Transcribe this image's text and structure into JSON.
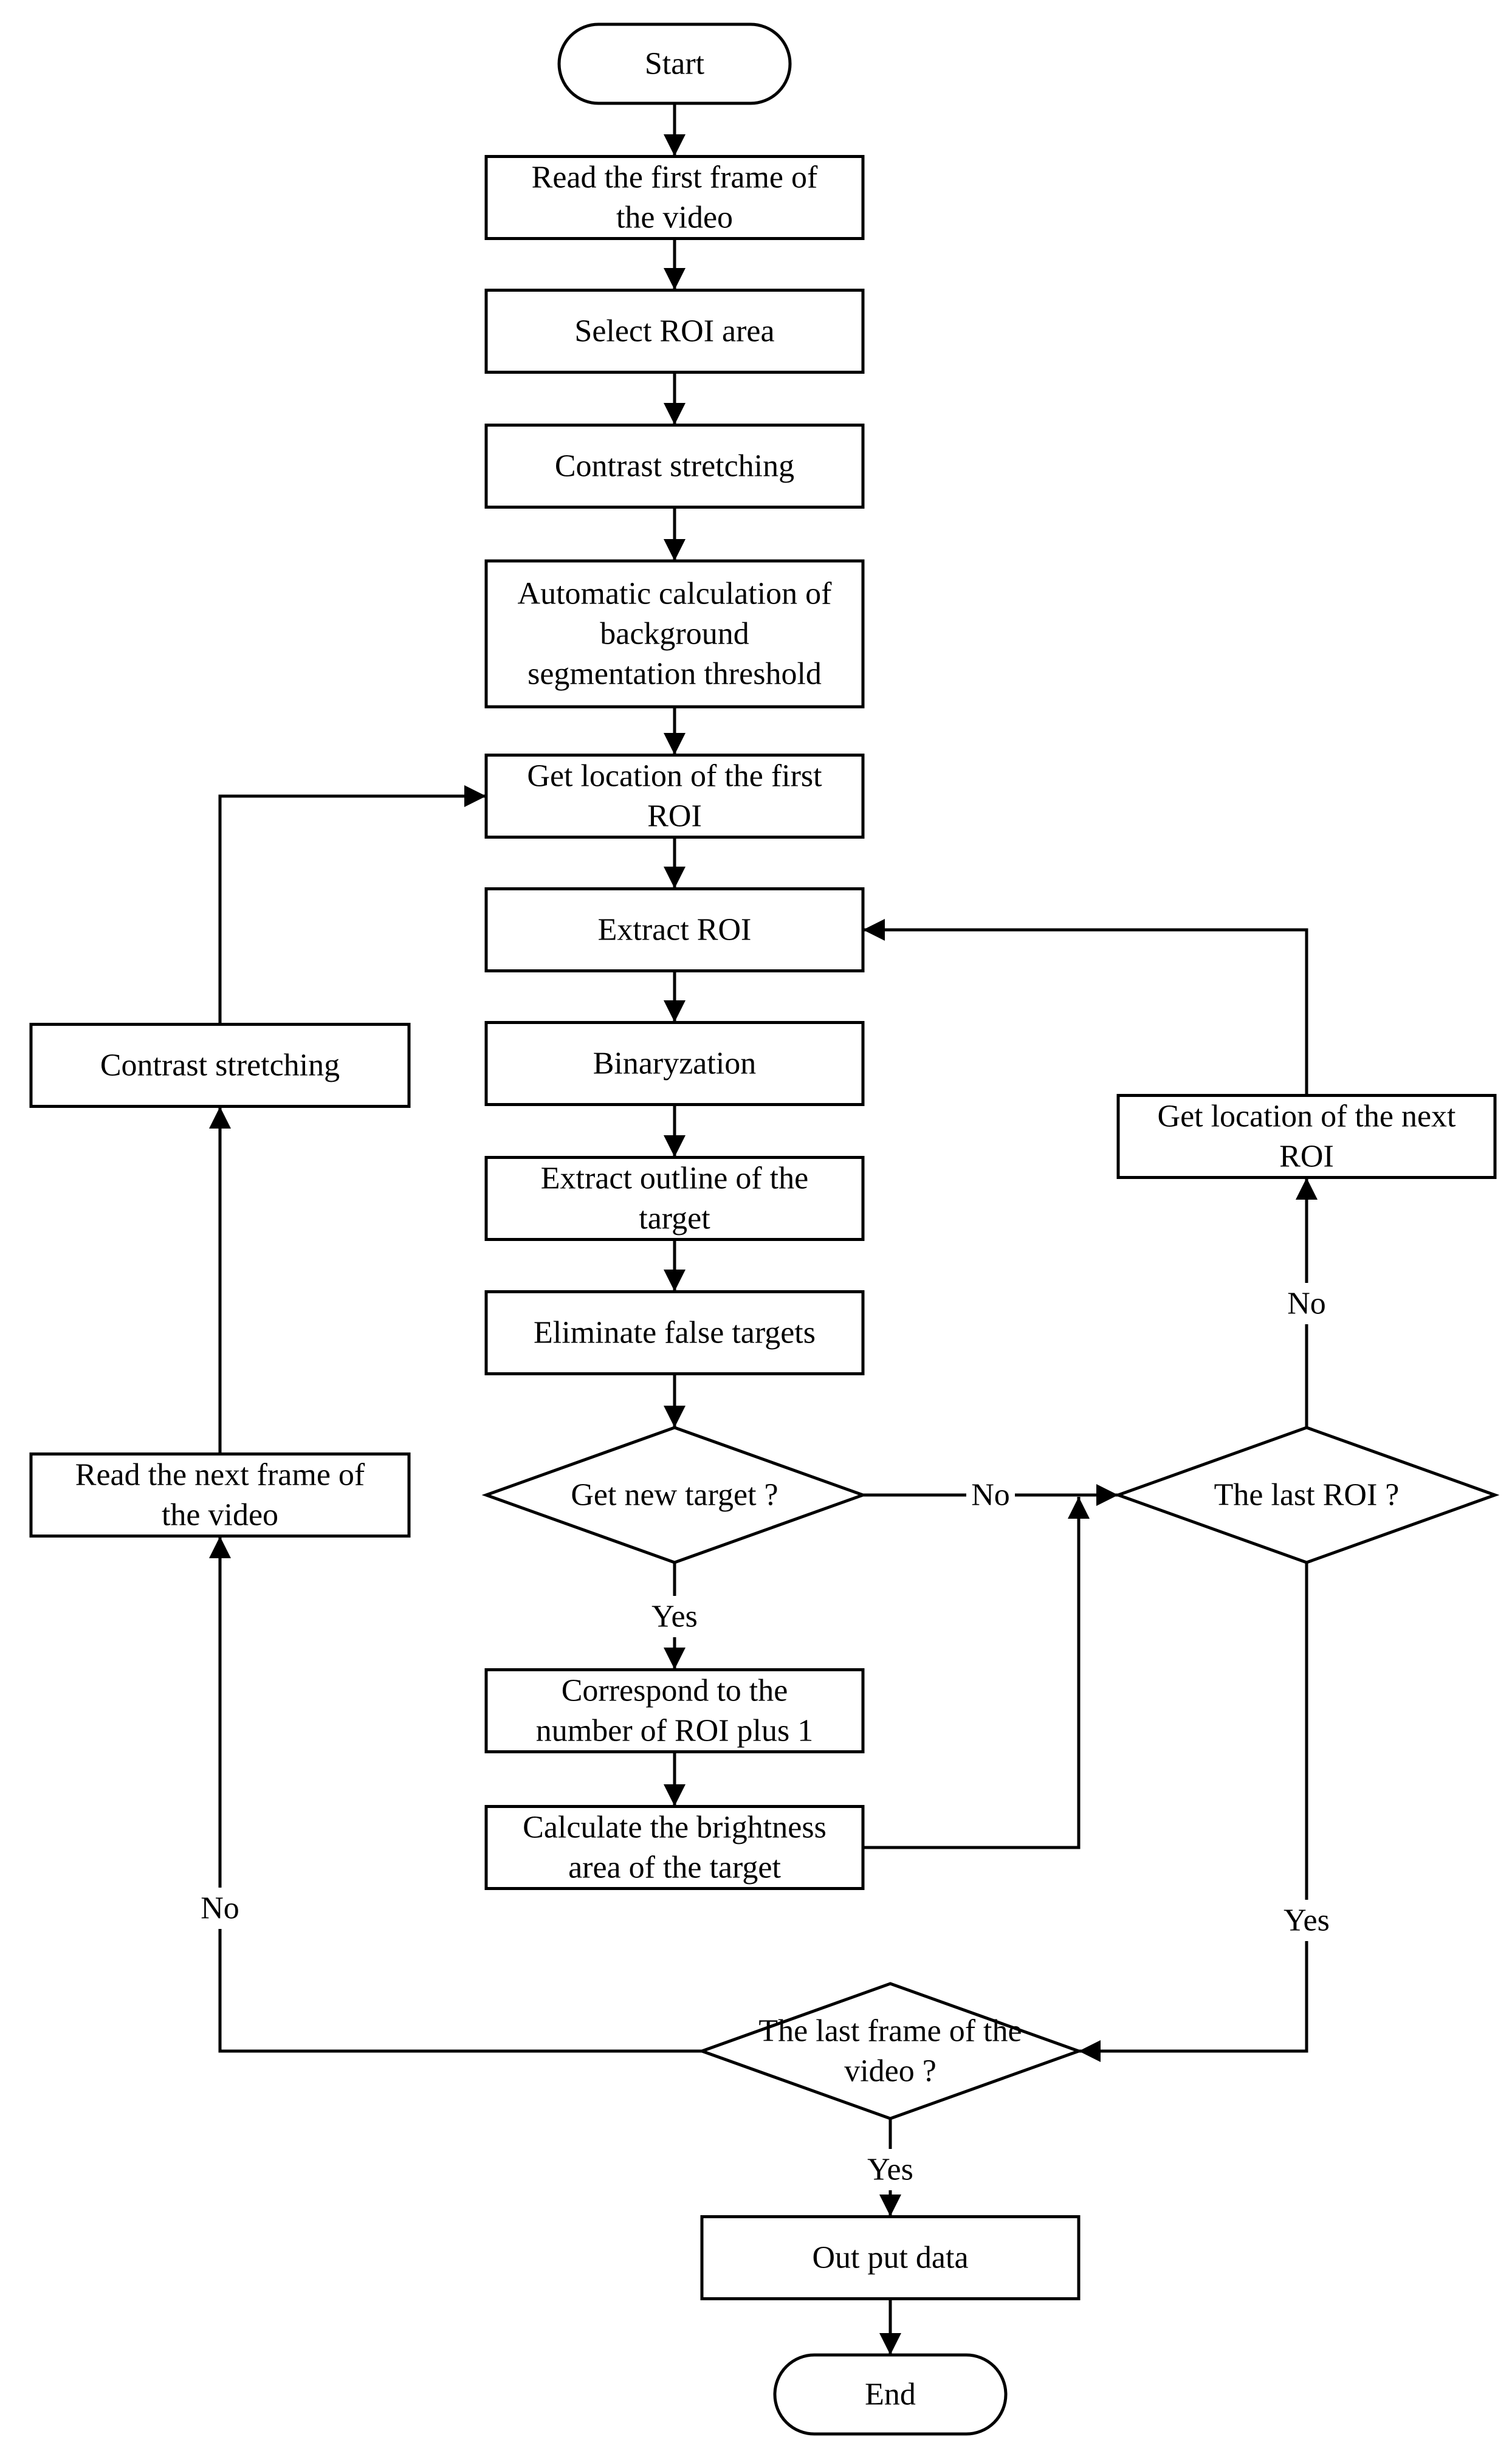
{
  "nodes": {
    "start": {
      "lines": [
        "Start"
      ]
    },
    "read_first": {
      "lines": [
        "Read the first frame of",
        "the video"
      ]
    },
    "select_roi": {
      "lines": [
        "Select ROI area"
      ]
    },
    "contrast1": {
      "lines": [
        "Contrast stretching"
      ]
    },
    "auto_calc": {
      "lines": [
        "Automatic calculation of",
        "background",
        "segmentation threshold"
      ]
    },
    "get_first_loc": {
      "lines": [
        "Get location of the first",
        "ROI"
      ]
    },
    "extract_roi": {
      "lines": [
        "Extract ROI"
      ]
    },
    "binaryzation": {
      "lines": [
        "Binaryzation"
      ]
    },
    "extract_outline": {
      "lines": [
        "Extract outline of the",
        "target"
      ]
    },
    "eliminate": {
      "lines": [
        "Eliminate false targets"
      ]
    },
    "get_new_target": {
      "lines": [
        "Get new target ?"
      ]
    },
    "correspond": {
      "lines": [
        "Correspond to the",
        "number of ROI plus 1"
      ]
    },
    "calc_brightness": {
      "lines": [
        "Calculate the brightness",
        "area of the target"
      ]
    },
    "last_roi": {
      "lines": [
        "The last ROI ?"
      ]
    },
    "get_next_loc": {
      "lines": [
        "Get location of the next",
        "ROI"
      ]
    },
    "contrast2": {
      "lines": [
        "Contrast stretching"
      ]
    },
    "read_next": {
      "lines": [
        "Read the next frame of",
        "the video"
      ]
    },
    "last_frame": {
      "lines": [
        "The last frame of the",
        "video ?"
      ]
    },
    "output": {
      "lines": [
        "Out put data"
      ]
    },
    "end": {
      "lines": [
        "End"
      ]
    }
  },
  "edge_labels": {
    "new_target_no": "No",
    "new_target_yes": "Yes",
    "last_roi_no": "No",
    "last_roi_yes": "Yes",
    "last_frame_no": "No",
    "last_frame_yes": "Yes"
  }
}
